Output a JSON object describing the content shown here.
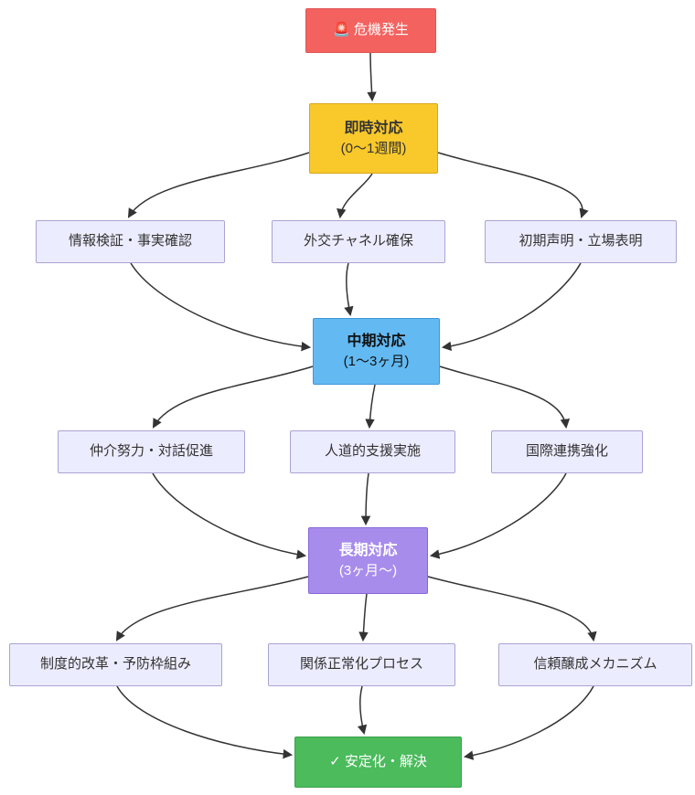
{
  "diagram": {
    "type": "flowchart",
    "direction": "top-down",
    "edge_color": "#333333",
    "sub_node_style": {
      "fill": "#ececff",
      "border": "#aaa3d2",
      "text": "#333333"
    },
    "nodes": {
      "crisis": {
        "label": "🚨 危機発生",
        "fill": "#f4625f",
        "border": "#e05755",
        "text": "#ffffff"
      },
      "immediate": {
        "title": "即時対応",
        "subtitle": "(0～1週間)",
        "fill": "#f9c82a",
        "border": "#d9a618",
        "text": "#333333"
      },
      "info_verification": {
        "label": "情報検証・事実確認"
      },
      "diplomatic_channel": {
        "label": "外交チャネル確保"
      },
      "initial_statement": {
        "label": "初期声明・立場表明"
      },
      "midterm": {
        "title": "中期対応",
        "subtitle": "(1～3ヶ月)",
        "fill": "#63baf2",
        "border": "#3d97dc",
        "text": "#111111"
      },
      "mediation": {
        "label": "仲介努力・対話促進"
      },
      "humanitarian": {
        "label": "人道的支援実施"
      },
      "international_cooperation": {
        "label": "国際連携強化"
      },
      "longterm": {
        "title": "長期対応",
        "subtitle": "(3ヶ月～)",
        "fill": "#a88cec",
        "border": "#8866d8",
        "text": "#ffffff"
      },
      "institutional_reform": {
        "label": "制度的改革・予防枠組み"
      },
      "normalization": {
        "label": "関係正常化プロセス"
      },
      "trust_building": {
        "label": "信頼醸成メカニズム"
      },
      "resolution": {
        "label": "✓ 安定化・解決",
        "fill": "#4bbb5c",
        "border": "#3aa34c",
        "text": "#ffffff"
      }
    },
    "edges": [
      {
        "from": "crisis",
        "to": "immediate"
      },
      {
        "from": "immediate",
        "to": "info_verification"
      },
      {
        "from": "immediate",
        "to": "diplomatic_channel"
      },
      {
        "from": "immediate",
        "to": "initial_statement"
      },
      {
        "from": "info_verification",
        "to": "midterm"
      },
      {
        "from": "diplomatic_channel",
        "to": "midterm"
      },
      {
        "from": "initial_statement",
        "to": "midterm"
      },
      {
        "from": "midterm",
        "to": "mediation"
      },
      {
        "from": "midterm",
        "to": "humanitarian"
      },
      {
        "from": "midterm",
        "to": "international_cooperation"
      },
      {
        "from": "mediation",
        "to": "longterm"
      },
      {
        "from": "humanitarian",
        "to": "longterm"
      },
      {
        "from": "international_cooperation",
        "to": "longterm"
      },
      {
        "from": "longterm",
        "to": "institutional_reform"
      },
      {
        "from": "longterm",
        "to": "normalization"
      },
      {
        "from": "longterm",
        "to": "trust_building"
      },
      {
        "from": "institutional_reform",
        "to": "resolution"
      },
      {
        "from": "normalization",
        "to": "resolution"
      },
      {
        "from": "trust_building",
        "to": "resolution"
      }
    ]
  }
}
